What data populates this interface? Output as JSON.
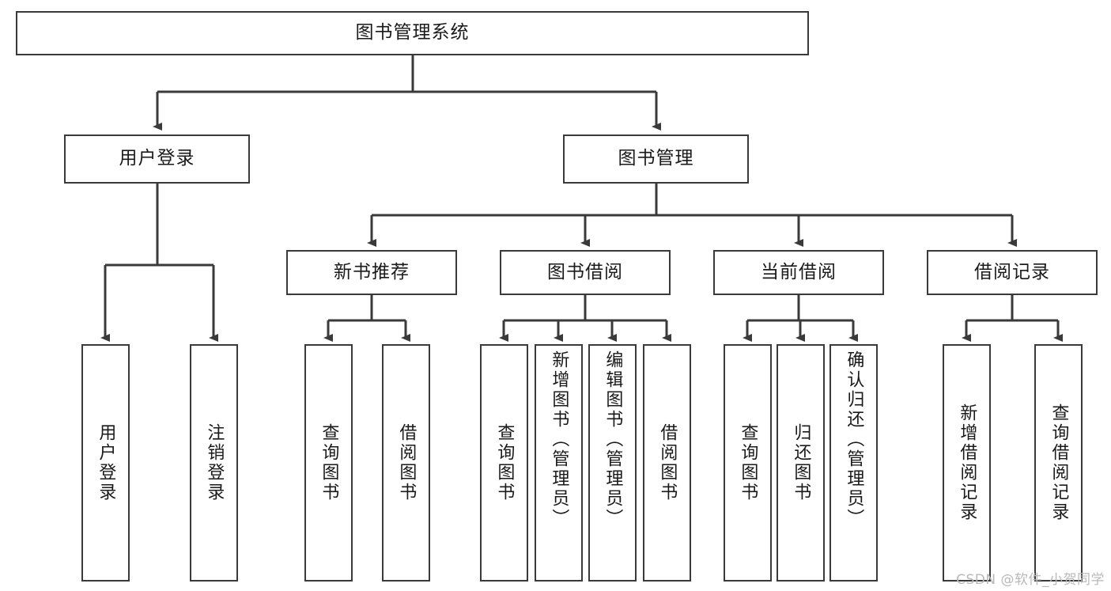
{
  "diagram": {
    "title": "图书管理系统",
    "type": "hierarchy-tree",
    "root": {
      "id": "root",
      "label": "图书管理系统"
    },
    "level2": [
      {
        "id": "user-login",
        "label": "用户登录"
      },
      {
        "id": "book-manage",
        "label": "图书管理"
      }
    ],
    "level3": [
      {
        "id": "new-book-rec",
        "label": "新书推荐"
      },
      {
        "id": "book-borrow",
        "label": "图书借阅"
      },
      {
        "id": "current-borrow",
        "label": "当前借阅"
      },
      {
        "id": "borrow-record",
        "label": "借阅记录"
      }
    ],
    "leaves": {
      "user_login": [
        {
          "id": "leaf-user-login",
          "label": "用户登录"
        },
        {
          "id": "leaf-logout",
          "label": "注销登录"
        }
      ],
      "new_book_rec": [
        {
          "id": "leaf-query-book-1",
          "label": "查询图书"
        },
        {
          "id": "leaf-borrow-book-1",
          "label": "借阅图书"
        }
      ],
      "book_borrow": [
        {
          "id": "leaf-query-book-2",
          "label": "查询图书"
        },
        {
          "id": "leaf-add-book",
          "label": "新增图书（管理员）"
        },
        {
          "id": "leaf-edit-book",
          "label": "编辑图书（管理员）"
        },
        {
          "id": "leaf-borrow-book-2",
          "label": "借阅图书"
        }
      ],
      "current_borrow": [
        {
          "id": "leaf-query-book-3",
          "label": "查询图书"
        },
        {
          "id": "leaf-return-book",
          "label": "归还图书"
        },
        {
          "id": "leaf-confirm-return",
          "label": "确认归还（管理员）"
        }
      ],
      "borrow_record": [
        {
          "id": "leaf-add-record",
          "label": "新增借阅记录"
        },
        {
          "id": "leaf-query-record",
          "label": "查询借阅记录"
        }
      ]
    }
  },
  "watermark": {
    "text": "CSDN @软件_小贺同学"
  },
  "colors": {
    "box_border": "#3a3a3a",
    "box_fill": "#ffffff",
    "line": "#3a3a3a",
    "text": "#1a1a1a",
    "watermark": "#b9b9b9",
    "background": "#ffffff"
  }
}
